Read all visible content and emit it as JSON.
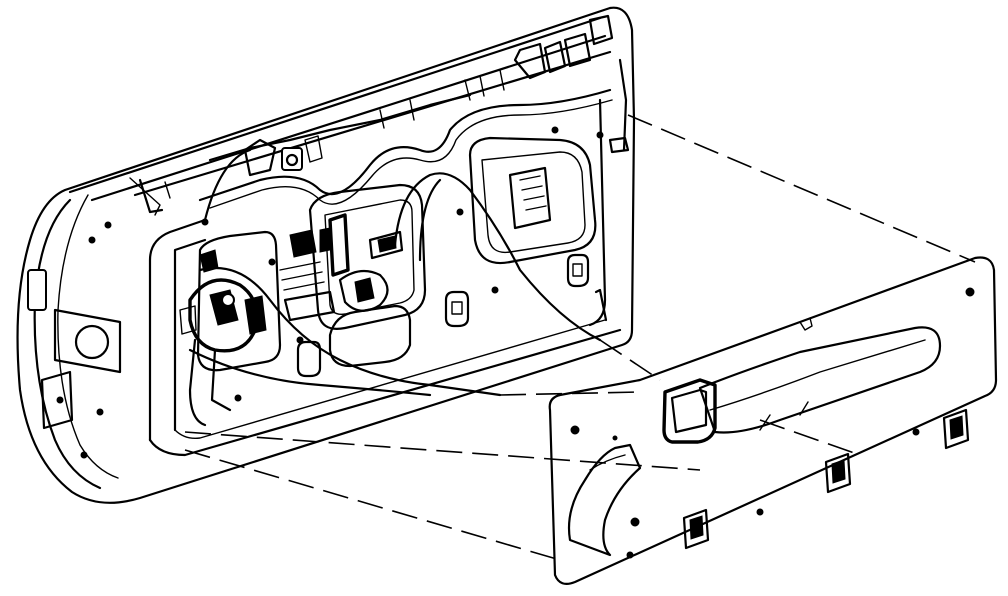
{
  "figure": {
    "view": "exploded",
    "parts": [
      "door-inner-frame",
      "door-trim-panel"
    ],
    "line_color": "#000000",
    "background": "#ffffff"
  }
}
